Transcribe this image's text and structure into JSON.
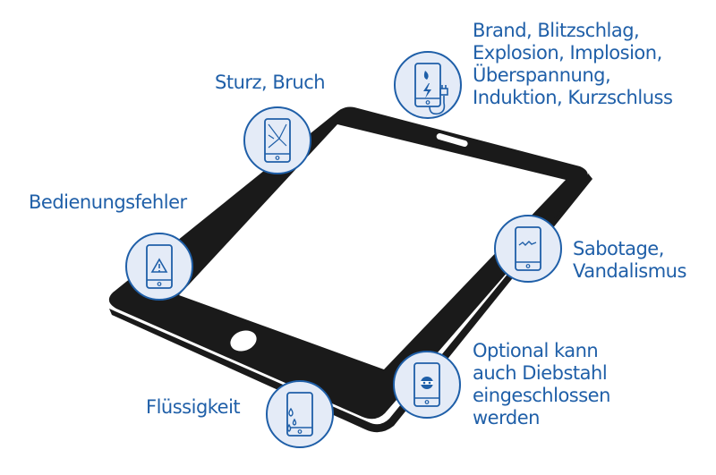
{
  "colors": {
    "accent": "#1f5fa8",
    "circle_fill": "#e4ebf7",
    "tablet": "#1a1a1a"
  },
  "labels": {
    "fire": [
      "Brand, Blitzschlag,",
      "Explosion, Implosion,",
      "Überspannung,",
      "Induktion, Kurzschluss"
    ],
    "drop": [
      "Sturz, Bruch"
    ],
    "operator": [
      "Bedienungsfehler"
    ],
    "sabotage": [
      "Sabotage,",
      "Vandalismus"
    ],
    "theft": [
      "Optional kann",
      "auch Diebstahl",
      "eingeschlossen",
      "werden"
    ],
    "liquid": [
      "Flüssigkeit"
    ]
  },
  "icons": [
    "fire-lightning-phone-icon",
    "cracked-phone-icon",
    "warning-phone-icon",
    "broken-phone-icon",
    "thief-phone-icon",
    "liquid-phone-icon"
  ]
}
